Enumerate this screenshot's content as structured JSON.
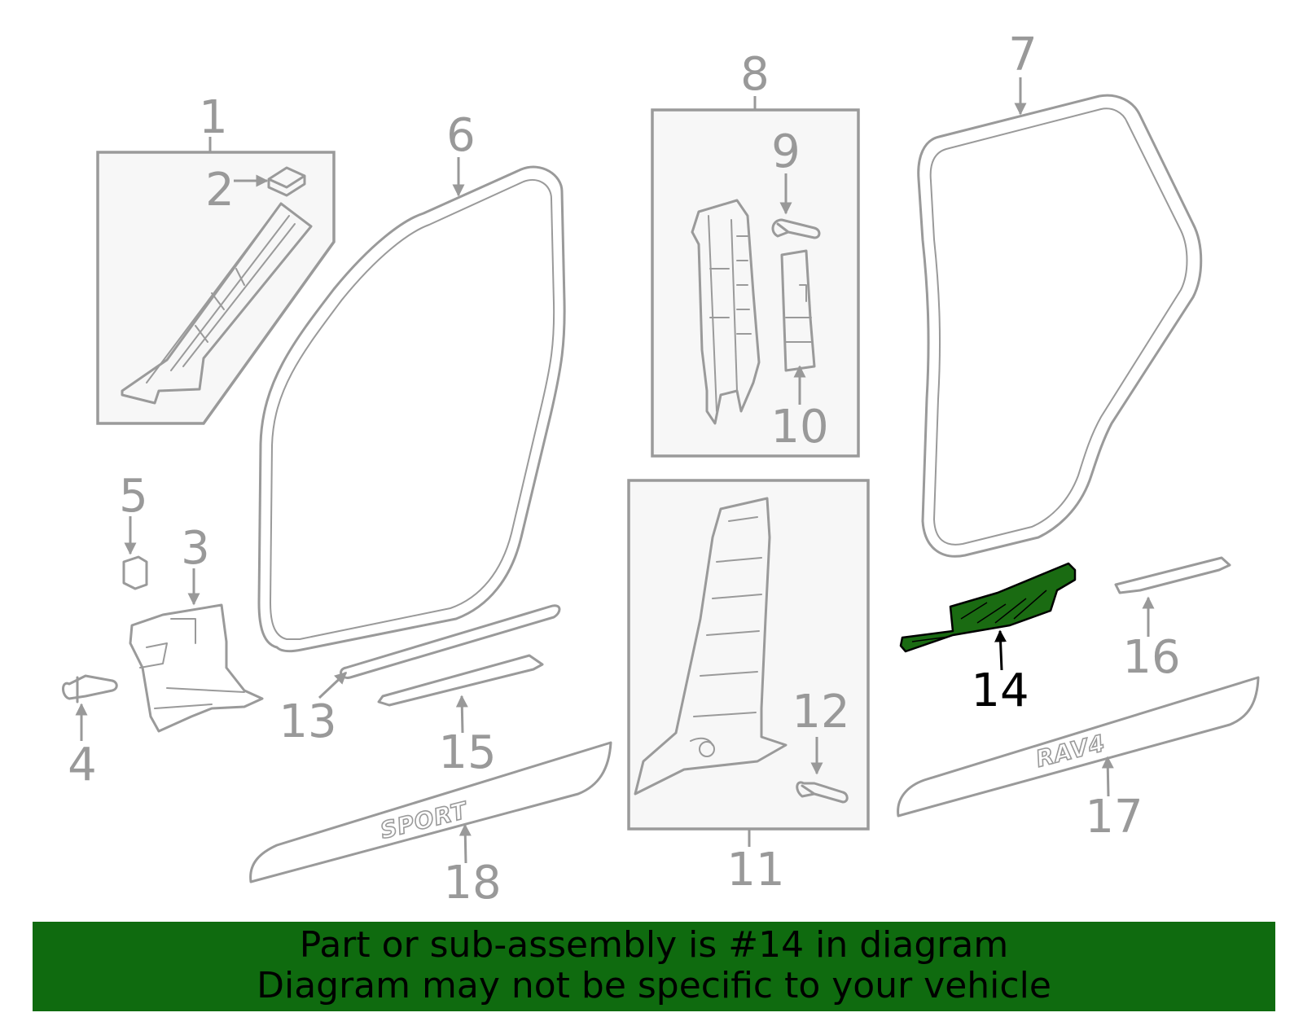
{
  "diagram": {
    "highlight_part": "14",
    "highlight_color": "#1a6b12",
    "part_color": "#9a9a9a",
    "labels": [
      "1",
      "2",
      "3",
      "4",
      "5",
      "6",
      "7",
      "8",
      "9",
      "10",
      "11",
      "12",
      "13",
      "14",
      "15",
      "16",
      "17",
      "18"
    ],
    "emblems": {
      "sport": "SPORT",
      "rav4": "RAV4"
    }
  },
  "banner": {
    "line1": "Part or sub-assembly is #14 in diagram",
    "line2": "Diagram may not be specific to your vehicle",
    "background": "#0f6b0f"
  }
}
